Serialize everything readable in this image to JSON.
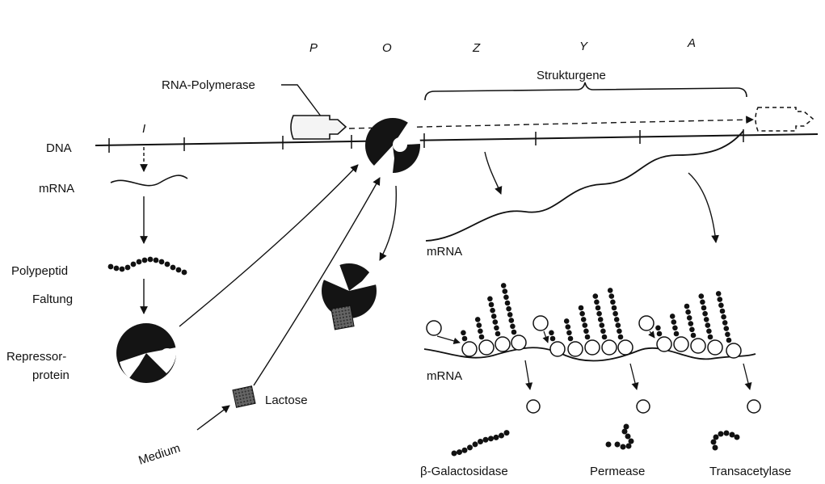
{
  "genes": {
    "i": "I",
    "p": "P",
    "o": "O",
    "z": "Z",
    "y": "Y",
    "a": "A"
  },
  "labels": {
    "dna": "DNA",
    "mrna_left": "mRNA",
    "polypeptid": "Polypeptid",
    "faltung": "Faltung",
    "repressor_line1": "Repressor-",
    "repressor_line2": "protein",
    "rna_polymerase": "RNA-Polymerase",
    "strukturgene": "Strukturgene",
    "mrna_long": "mRNA",
    "mrna_ribosome": "mRNA",
    "lactose": "Lactose",
    "medium": "Medium"
  },
  "products": {
    "galactosidase": "β-Galactosidase",
    "permease": "Permease",
    "transacetylase": "Transacetylase"
  },
  "colors": {
    "ink": "#111111",
    "protein_fill": "#141414",
    "lactose_fill": "#555555",
    "polymerase_fill": "#f4f4f4"
  }
}
